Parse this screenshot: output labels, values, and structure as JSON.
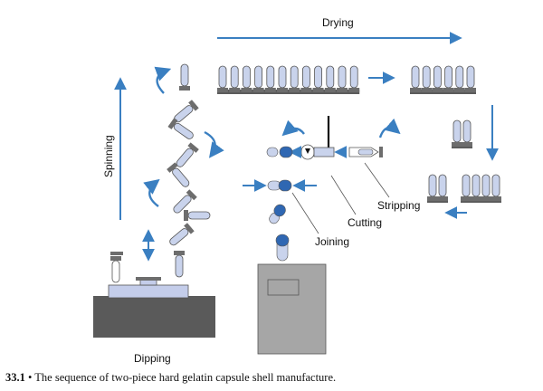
{
  "labels": {
    "drying": "Drying",
    "spinning": "Spinning",
    "stripping": "Stripping",
    "cutting": "Cutting",
    "joining": "Joining",
    "dipping": "Dipping"
  },
  "caption": {
    "number": "33.1",
    "bullet": "•",
    "text": "The sequence of two-piece hard gelatin capsule shell manufacture."
  },
  "colors": {
    "arrow": "#3a7fc1",
    "capsule_fill": "#c9d3ec",
    "capsule_cap": "#2f67b2",
    "pin_cap": "#6d6d6d",
    "bar": "#5c5c5c",
    "base_top": "#c4cdea",
    "base_dark": "#5a5a5a",
    "machine": "#a6a6a6"
  }
}
